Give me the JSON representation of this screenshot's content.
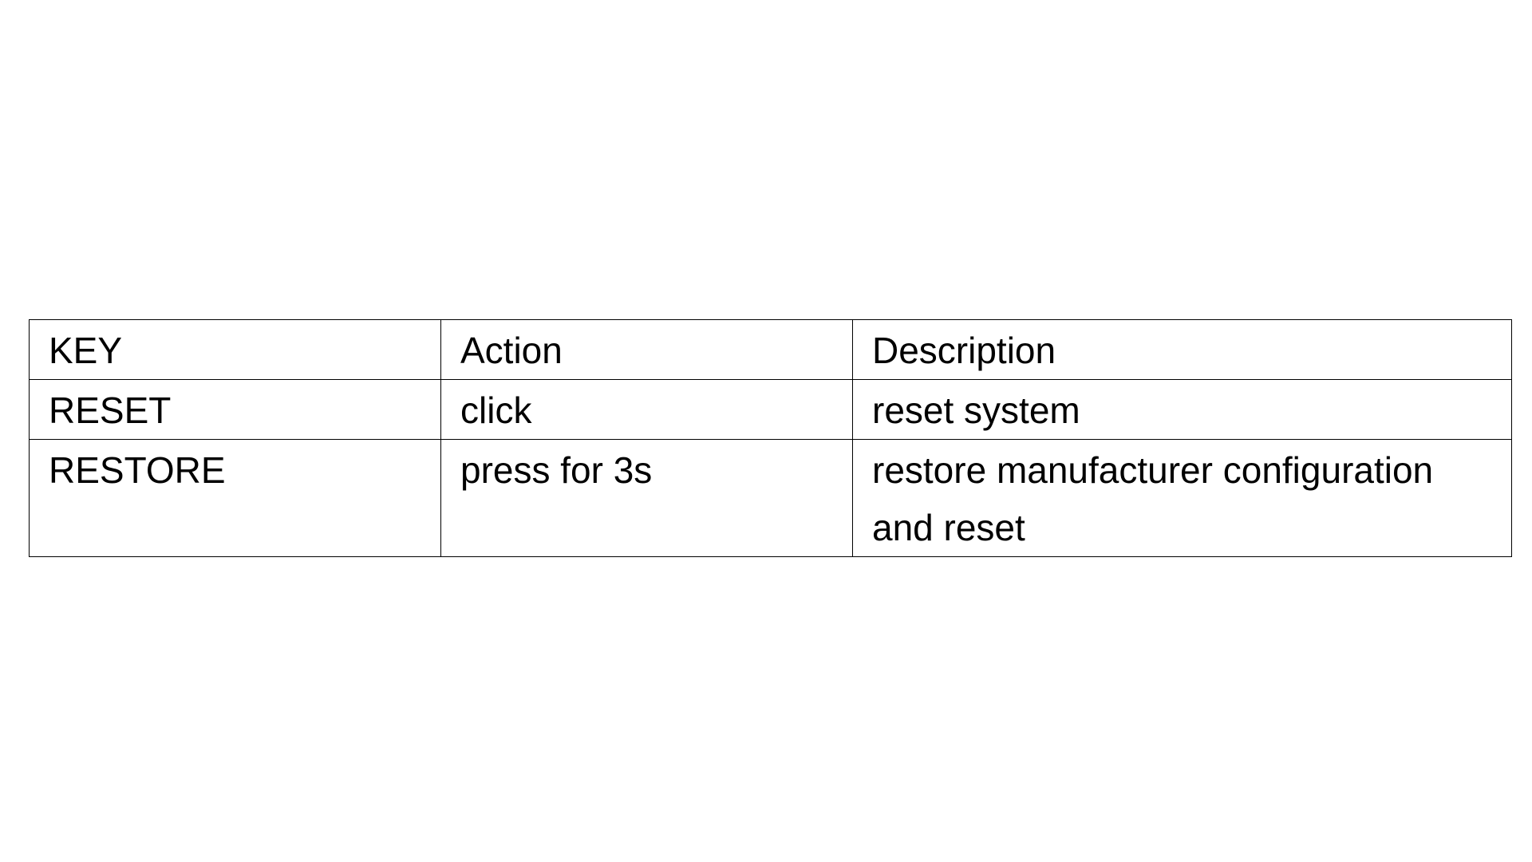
{
  "table": {
    "headers": [
      "KEY",
      "Action",
      "Description"
    ],
    "rows": [
      [
        "RESET",
        "click",
        "reset system"
      ],
      [
        "RESTORE",
        "press for 3s",
        "restore manufacturer configuration and reset"
      ]
    ]
  }
}
